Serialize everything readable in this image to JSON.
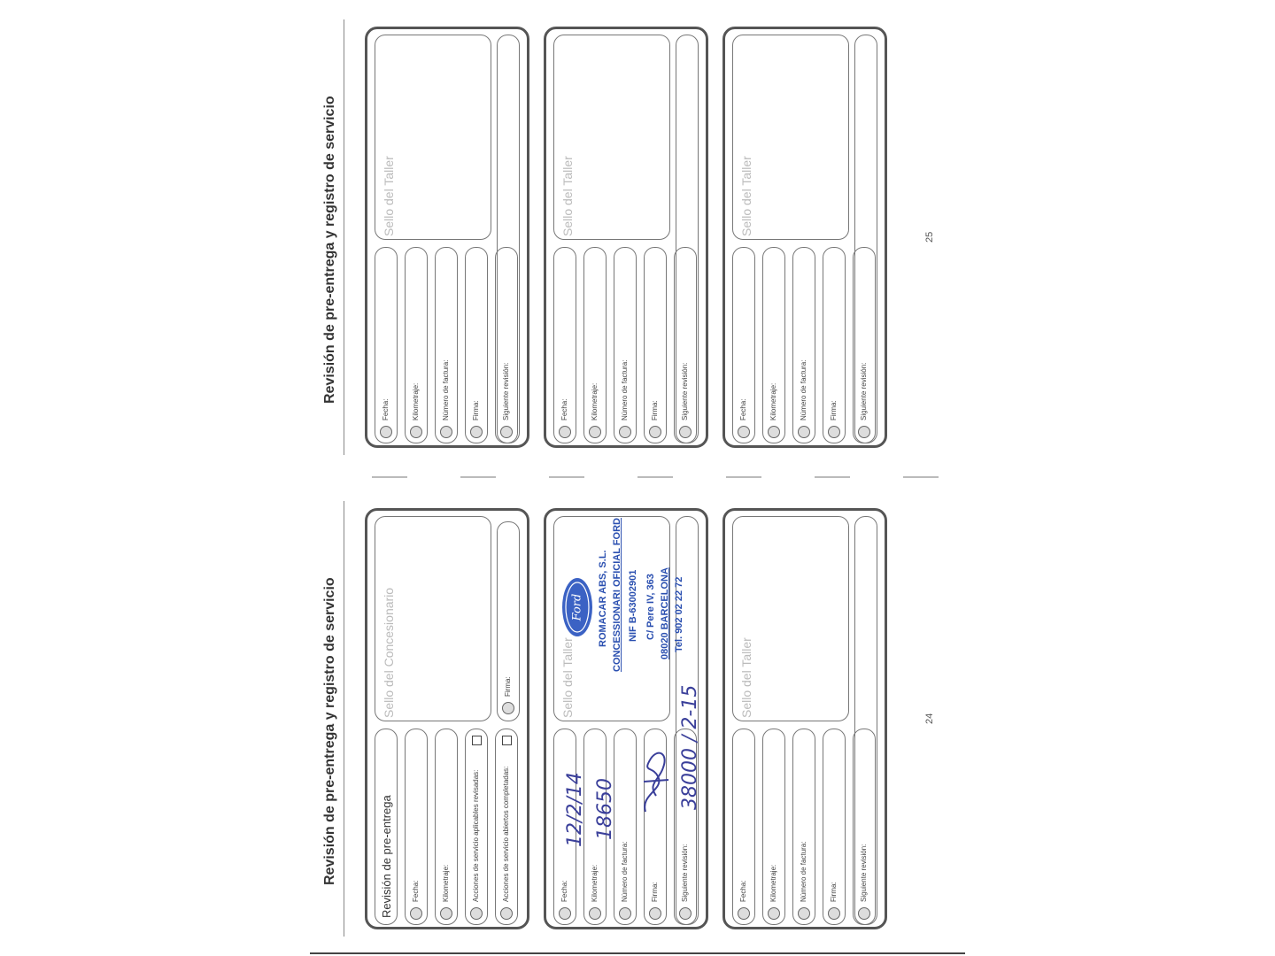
{
  "left_page": {
    "heading": "Revisión de pre-entrega y registro de servicio",
    "page_number": "24",
    "predelivery": {
      "title": "Revisión de pre-entrega",
      "fields": [
        "Fecha:",
        "Kilometraje:",
        "Acciones de servicio aplicables revisadas:",
        "Acciones de servicio abiertos completadas:"
      ],
      "stamp_label": "Sello del Concesionario",
      "signature_label": "Firma:"
    },
    "service_filled": {
      "fields": [
        "Fecha:",
        "Kilometraje:",
        "Número de factura:",
        "Firma:",
        "Siguiente revisión:"
      ],
      "stamp_label": "Sello del Taller",
      "handwritten": {
        "date": "12/2/14",
        "km": "18650",
        "next": "38000 / 2-15"
      },
      "dealer_stamp": {
        "logo": "Ford",
        "lines": [
          "ROMACAR ABS, S.L.",
          "CONCESSIONARI OFICIAL FORD",
          "NIF B-63002901",
          "C/ Pere IV, 363",
          "08020 BARCELONA",
          "Tel. 902 02 22 72"
        ]
      }
    },
    "service_empty": {
      "fields": [
        "Fecha:",
        "Kilometraje:",
        "Número de factura:",
        "Firma:",
        "Siguiente revisión:"
      ],
      "stamp_label": "Sello del Taller"
    }
  },
  "right_page": {
    "heading": "Revisión de pre-entrega y registro de servicio",
    "page_number": "25",
    "cards": [
      {
        "fields": [
          "Fecha:",
          "Kilometraje:",
          "Número de factura:",
          "Firma:",
          "Siguiente revisión:"
        ],
        "stamp_label": "Sello del Taller"
      },
      {
        "fields": [
          "Fecha:",
          "Kilometraje:",
          "Número de factura:",
          "Firma:",
          "Siguiente revisión:"
        ],
        "stamp_label": "Sello del Taller"
      },
      {
        "fields": [
          "Fecha:",
          "Kilometraje:",
          "Número de factura:",
          "Firma:",
          "Siguiente revisión:"
        ],
        "stamp_label": "Sello del Taller"
      }
    ]
  },
  "colors": {
    "ink": "#3a3f9a",
    "stamp_blue": "#2a4fb0",
    "frame": "#555555"
  }
}
